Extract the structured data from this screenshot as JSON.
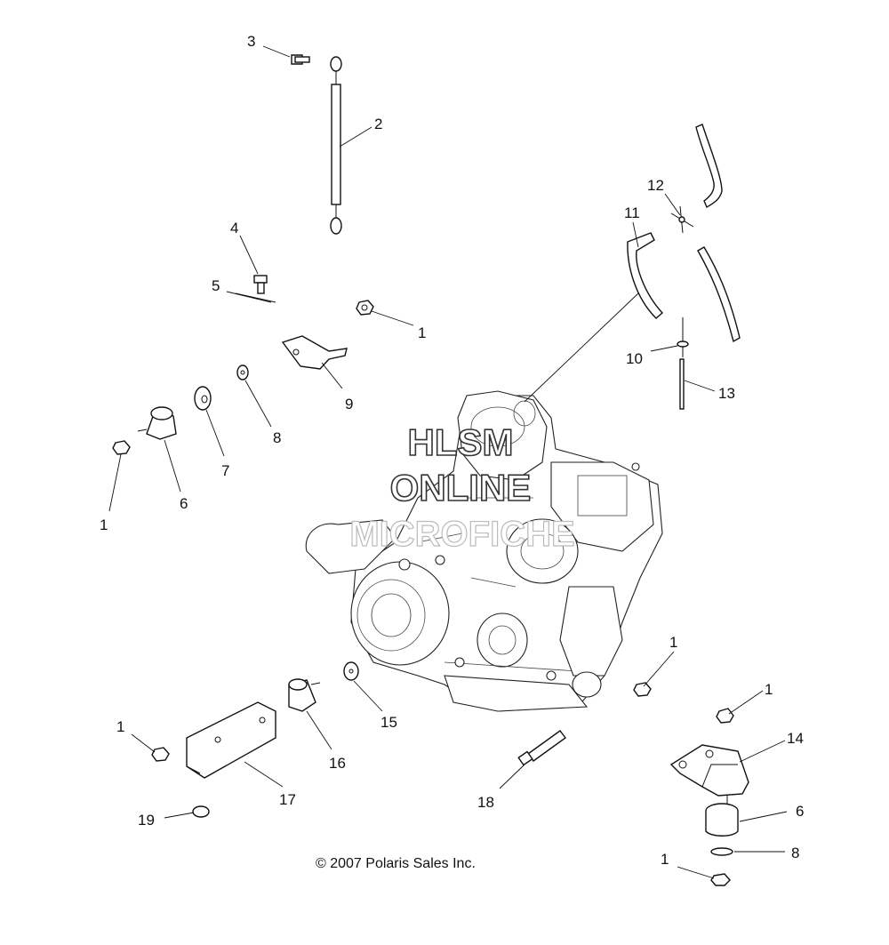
{
  "copyright": "© 2007 Polaris Sales Inc.",
  "watermark": {
    "line1": "HLSM",
    "line2": "ONLINE",
    "line3": "MICROFICHE"
  },
  "callouts": [
    {
      "id": "c3",
      "text": "3"
    },
    {
      "id": "c2",
      "text": "2"
    },
    {
      "id": "c4",
      "text": "4"
    },
    {
      "id": "c5",
      "text": "5"
    },
    {
      "id": "c1a",
      "text": "1"
    },
    {
      "id": "c9",
      "text": "9"
    },
    {
      "id": "c8a",
      "text": "8"
    },
    {
      "id": "c7",
      "text": "7"
    },
    {
      "id": "c6a",
      "text": "6"
    },
    {
      "id": "c1b",
      "text": "1"
    },
    {
      "id": "c11",
      "text": "11"
    },
    {
      "id": "c12",
      "text": "12"
    },
    {
      "id": "c10",
      "text": "10"
    },
    {
      "id": "c13",
      "text": "13"
    },
    {
      "id": "c1c",
      "text": "1"
    },
    {
      "id": "c1d",
      "text": "1"
    },
    {
      "id": "c14",
      "text": "14"
    },
    {
      "id": "c6b",
      "text": "6"
    },
    {
      "id": "c8b",
      "text": "8"
    },
    {
      "id": "c1e",
      "text": "1"
    },
    {
      "id": "c15",
      "text": "15"
    },
    {
      "id": "c16",
      "text": "16"
    },
    {
      "id": "c1f",
      "text": "1"
    },
    {
      "id": "c17",
      "text": "17"
    },
    {
      "id": "c18",
      "text": "18"
    },
    {
      "id": "c19",
      "text": "19"
    }
  ]
}
